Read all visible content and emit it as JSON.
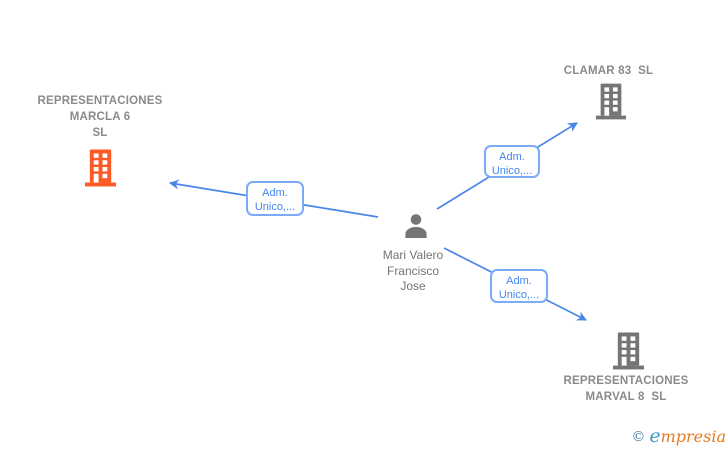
{
  "diagram": {
    "person": {
      "name_line1": "Mari Valero",
      "name_line2": "Francisco",
      "name_line3": "Jose"
    },
    "companies": {
      "marcla": {
        "line1": "REPRESENTACIONES",
        "line2": "MARCLA 6",
        "line3": "SL"
      },
      "clamar": {
        "line1": "CLAMAR 83  SL"
      },
      "marval": {
        "line1": "REPRESENTACIONES",
        "line2": "MARVAL 8  SL"
      }
    },
    "edge_labels": {
      "to_marcla": {
        "line1": "Adm.",
        "line2": "Unico,..."
      },
      "to_clamar": {
        "line1": "Adm.",
        "line2": "Unico,..."
      },
      "to_marval": {
        "line1": "Adm.",
        "line2": "Unico,..."
      }
    },
    "colors": {
      "edge_blue": "#4a86e8",
      "edge_label_text": "#4285f4",
      "edge_label_border": "#7baaf7",
      "company_text_gray": "#8a8a8a",
      "person_text_gray": "#757575",
      "building_gray": "#757575",
      "building_orange": "#ff5a26"
    }
  },
  "watermark": {
    "copyright_symbol": "©",
    "brand_first_letter": "e",
    "brand_rest": "mpresia"
  }
}
